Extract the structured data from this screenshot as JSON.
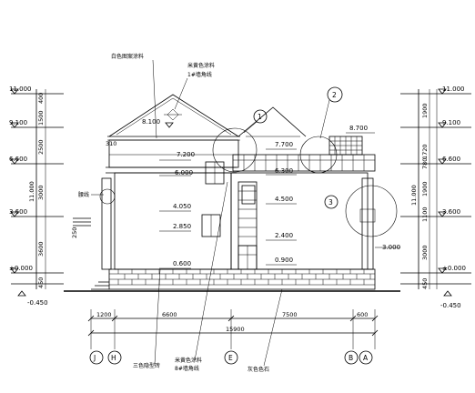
{
  "left_levels": [
    "11.000",
    "9.100",
    "6.600",
    "3.600",
    "±0.000",
    "-0.450"
  ],
  "left_dims": [
    "400",
    "1500",
    "2500",
    "3000",
    "3600",
    "450"
  ],
  "right_levels": [
    "11.000",
    "9.100",
    "6.600",
    "3.600",
    "±0.000",
    "-0.450"
  ],
  "right_dims": [
    "1900",
    "1720",
    "780",
    "1900",
    "1100",
    "3000",
    "450"
  ],
  "interior_levels": {
    "roof_left": "8.100",
    "l1": "7.200",
    "l2": "6.000",
    "l3": "4.050",
    "l4": "2.850",
    "l5": "0.600",
    "r1": "7.700",
    "r2": "6.300",
    "r3": "4.500",
    "r4": "2.400",
    "r5": "0.900",
    "top_right": "8.700",
    "side_right": "3.000"
  },
  "small_dims": {
    "d310": "310",
    "d250": "250"
  },
  "notes": {
    "top1": "白色图案涂料",
    "top2a": "米黄色涂料",
    "top2b": "1#墙角线",
    "left": "腰线",
    "bottom1": "三色隐型砖",
    "bottom2a": "米黄色涂料",
    "bottom2b": "8#墙角线",
    "bottom3": "灰色色石"
  },
  "detail_markers": [
    "1",
    "2",
    "3"
  ],
  "bottom_dims": [
    "1200",
    "6600",
    "7500",
    "600"
  ],
  "total_dim": "15900",
  "axes": [
    "J",
    "H",
    "E",
    "B",
    "A"
  ]
}
